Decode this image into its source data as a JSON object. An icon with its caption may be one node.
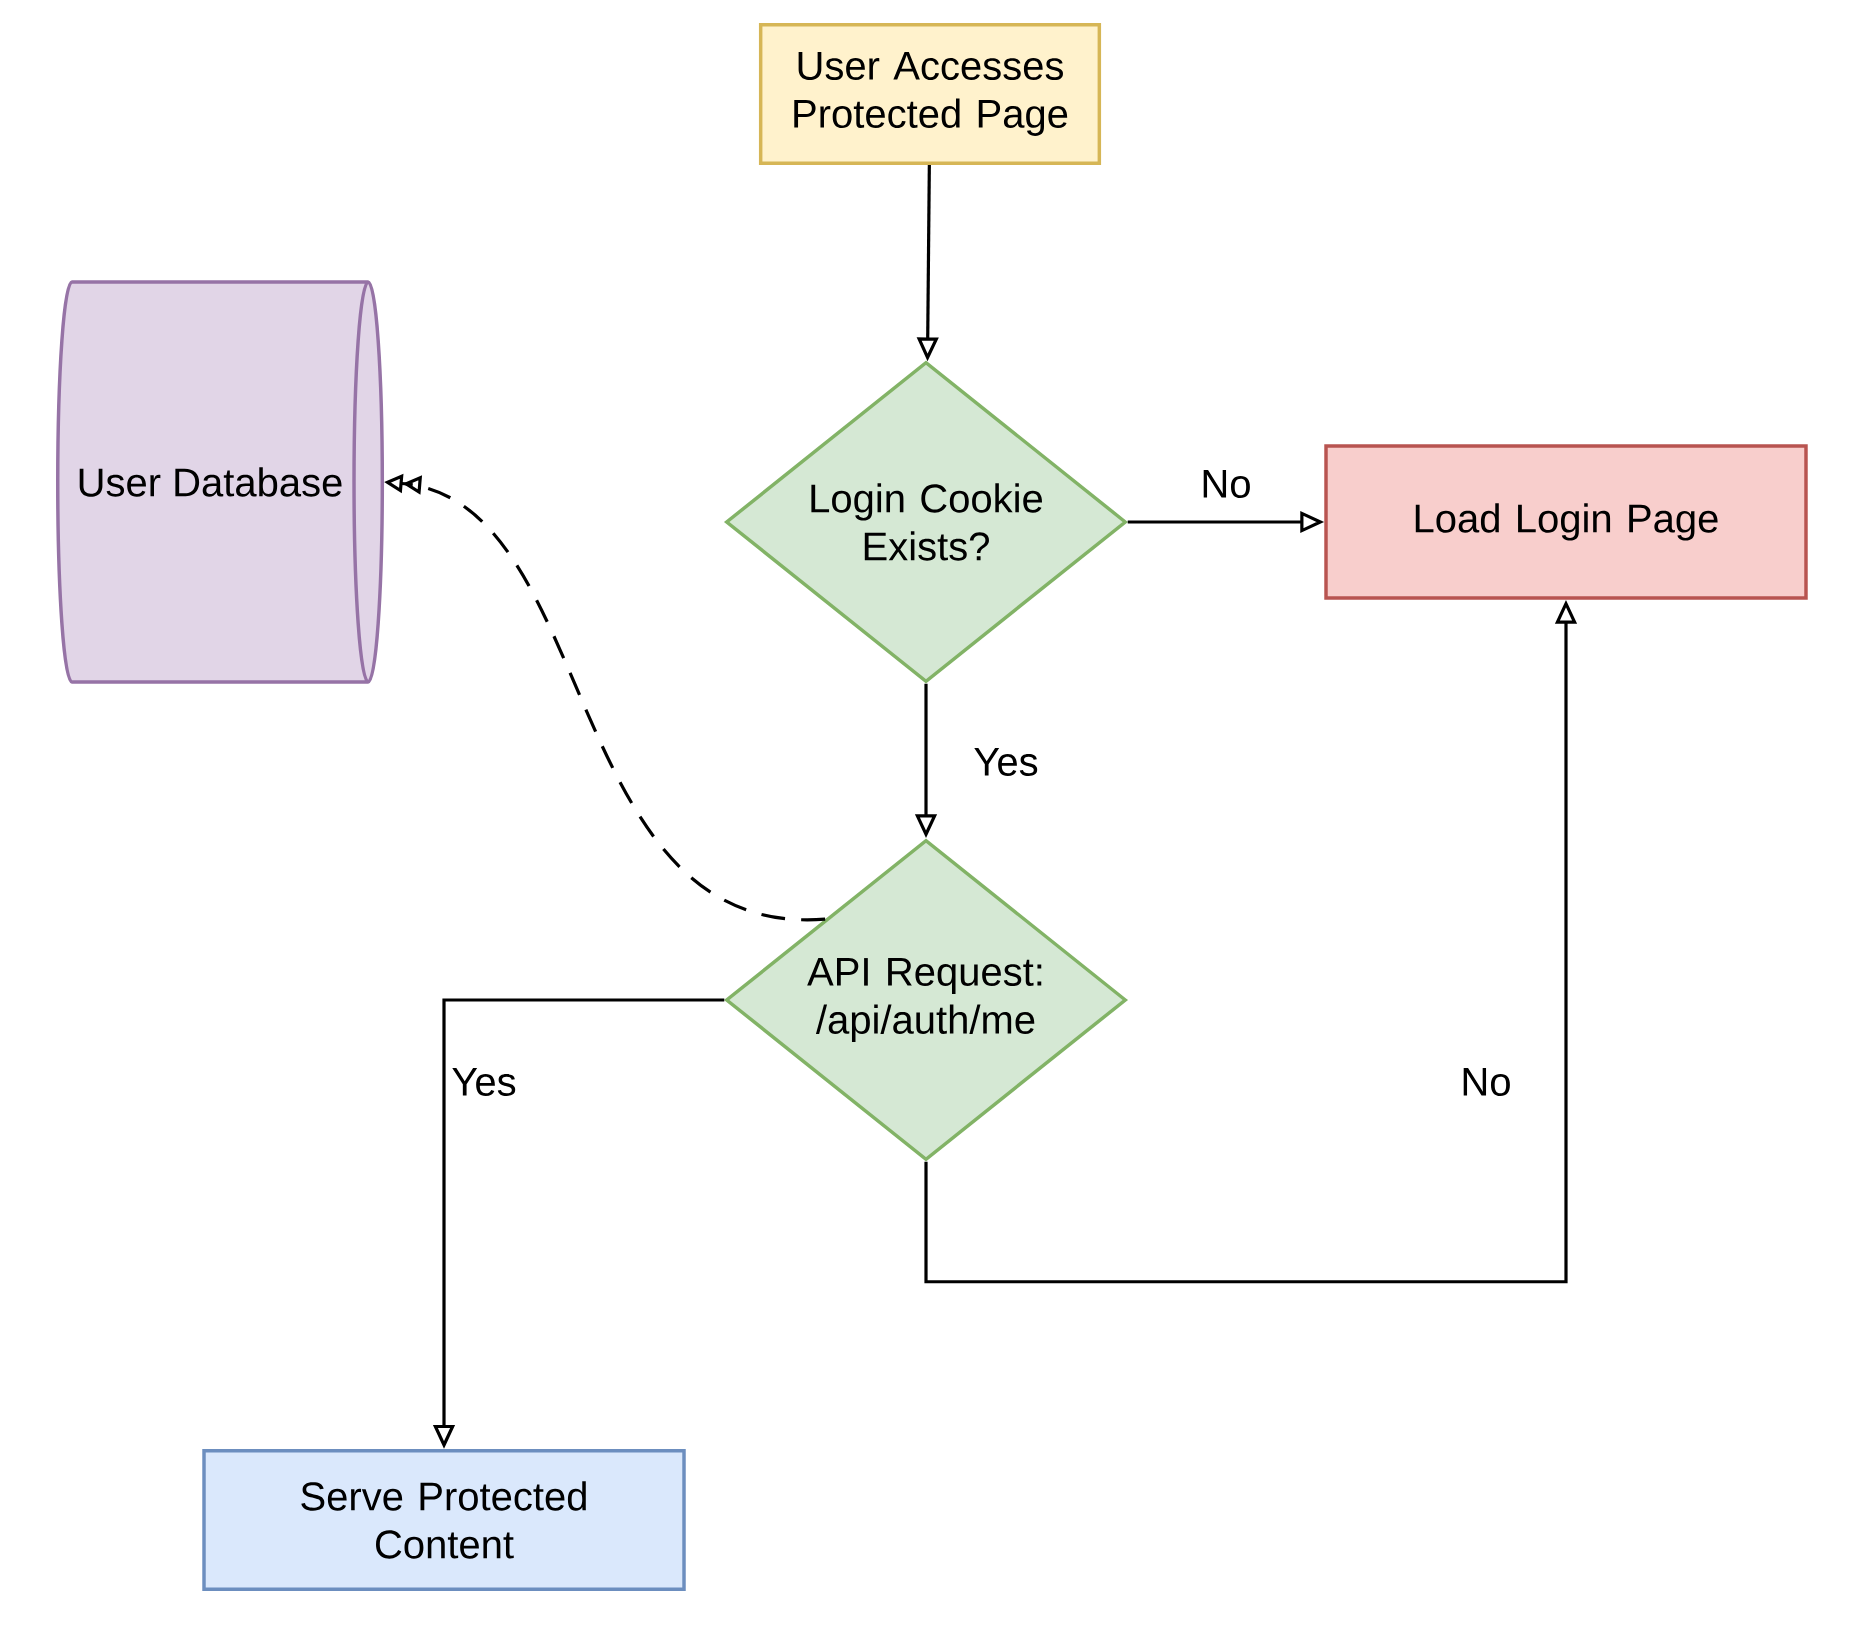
{
  "diagram": {
    "nodes": [
      {
        "text": [
          "User Accesses Protected Page"
        ]
      },
      {
        "text": [
          "Login Cookie Exists?"
        ]
      },
      {
        "text": [
          "Load Login Page"
        ]
      },
      {
        "text": [
          "API Request: /api/auth/me"
        ]
      },
      {
        "text": [
          "User Database"
        ]
      },
      {
        "text": [
          "Serve Protected Content"
        ]
      }
    ],
    "edges": [
      {
        "from": 0,
        "to": 1,
        "arrow": "to"
      },
      {
        "from": 1,
        "to": 2,
        "arrow": "to",
        "label": "No"
      },
      {
        "from": 1,
        "to": 3,
        "arrow": "to",
        "label": "Yes"
      },
      {
        "from": 3,
        "to": 4,
        "arrow": "to",
        "style": "dashed"
      },
      {
        "from": 3,
        "to": 5,
        "arrow": "to",
        "label": "Yes"
      },
      {
        "from": 3,
        "to": 2,
        "arrow": "to",
        "label": "No"
      }
    ]
  }
}
